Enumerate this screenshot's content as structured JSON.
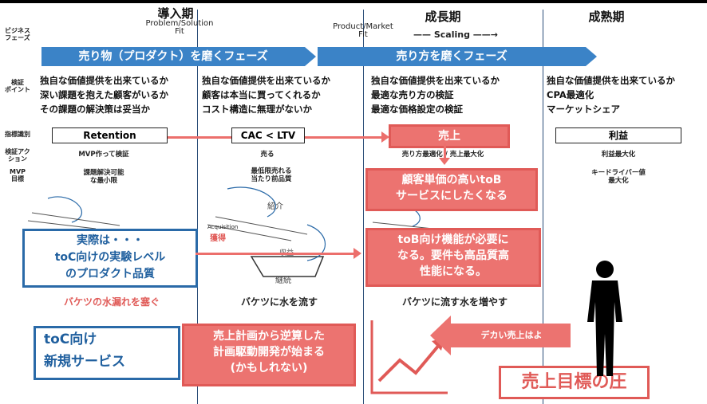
{
  "side_labels": {
    "phase": "ビジネス\nフェーズ",
    "check_points": "検証\nポイント",
    "kpi": "指標識別",
    "check_action": "検証アク\nション",
    "mvp_goal": "MVP\n目標"
  },
  "phases": [
    {
      "title": "導入期",
      "subtitle": "Problem/Solution\nFit"
    },
    {
      "title": "成長期",
      "subtitle": "Product/Market\nFit",
      "scaling": "Scaling"
    },
    {
      "title": "成熟期"
    }
  ],
  "bands": {
    "left": "売り物（プロダクト）を磨くフェーズ",
    "right": "売り方を磨くフェーズ"
  },
  "check_points": [
    [
      "独自な価値提供を出来ているか",
      "深い課題を抱えた顧客がいるか",
      "その課題の解決策は妥当か"
    ],
    [
      "独自な価値提供を出来ているか",
      "顧客は本当に買ってくれるか",
      "コスト構造に無理がないか"
    ],
    [
      "独自な価値提供を出来ているか",
      "最適な売り方の検証",
      "最適な価格設定の検証"
    ],
    [
      "独自な価値提供を出来ているか",
      "CPA最適化",
      "マーケットシェア"
    ]
  ],
  "metrics": [
    "Retention",
    "CAC < LTV",
    "売上",
    "利益"
  ],
  "actions": [
    "MVP作って検証",
    "売る",
    "売り方最適化 / 売上最大化",
    "利益最大化"
  ],
  "goals": [
    "課題解決可能\nな最小限",
    "最低限売れる\n当たり前品質",
    "",
    "キードライバー値\n最大化"
  ],
  "buckets": [
    "バケツの水漏れを塞ぐ",
    "バケツに水を流す",
    "バケツに流す水を増やす"
  ],
  "funnel_labels": {
    "acquisition": "Acquisition",
    "referral": "紹介",
    "acq_jp": "獲得",
    "revenue": "収益",
    "retention": "継続"
  },
  "callouts": {
    "reality": "実際は・・・\ntoC向けの実験レベル\nのプロダクト品質",
    "toc_new": "toC向け\n新規サービス",
    "plan": "売上計画から逆算した\n計画駆動開発が始まる\n(かもしれない)",
    "high_price": "顧客単価の高いtoB\nサービスにしたくなる",
    "tob_features": "toB向け機能が必要に\nなる。要件も高品質高\n性能になる。",
    "big_sales": "デカい売上はよ",
    "pressure": "売上目標の圧"
  },
  "colors": {
    "accent_blue": "#3b83c7",
    "accent_red": "#ec7370",
    "box_blue": "#2a6aa8"
  }
}
